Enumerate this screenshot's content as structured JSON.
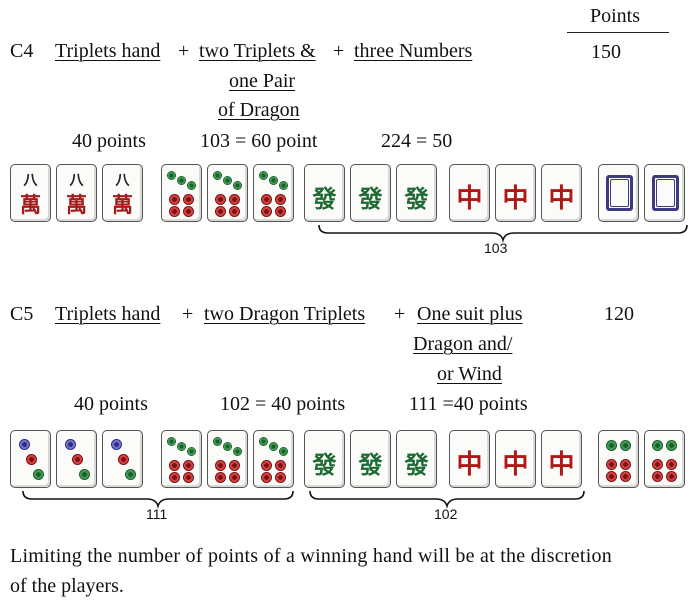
{
  "header": {
    "points_label": "Points"
  },
  "c4": {
    "code": "C4",
    "parts": [
      "Triplets hand",
      "+",
      "two Triplets &",
      "+",
      "three Numbers"
    ],
    "line2": "one Pair",
    "line3": "of Dragon",
    "points": "150",
    "calc": [
      "40 points",
      "103 = 60 point",
      "224 = 50"
    ],
    "brace_label": "103"
  },
  "c5": {
    "code": "C5",
    "parts": [
      "Triplets hand",
      "+",
      "two Dragon Triplets",
      "+",
      "One suit plus"
    ],
    "line2": "Dragon and/",
    "line3": "or Wind",
    "points": "120",
    "calc": [
      "40 points",
      "102 = 40 points",
      "111 =40 points"
    ],
    "brace_labels": [
      "111",
      "102"
    ]
  },
  "tiles": {
    "eight_top": "八",
    "wan": "萬",
    "fa": "發",
    "zhong": "中"
  },
  "footer": {
    "line1": "Limiting the number of points of a winning hand will be at the discretion",
    "line2": "of the players."
  }
}
